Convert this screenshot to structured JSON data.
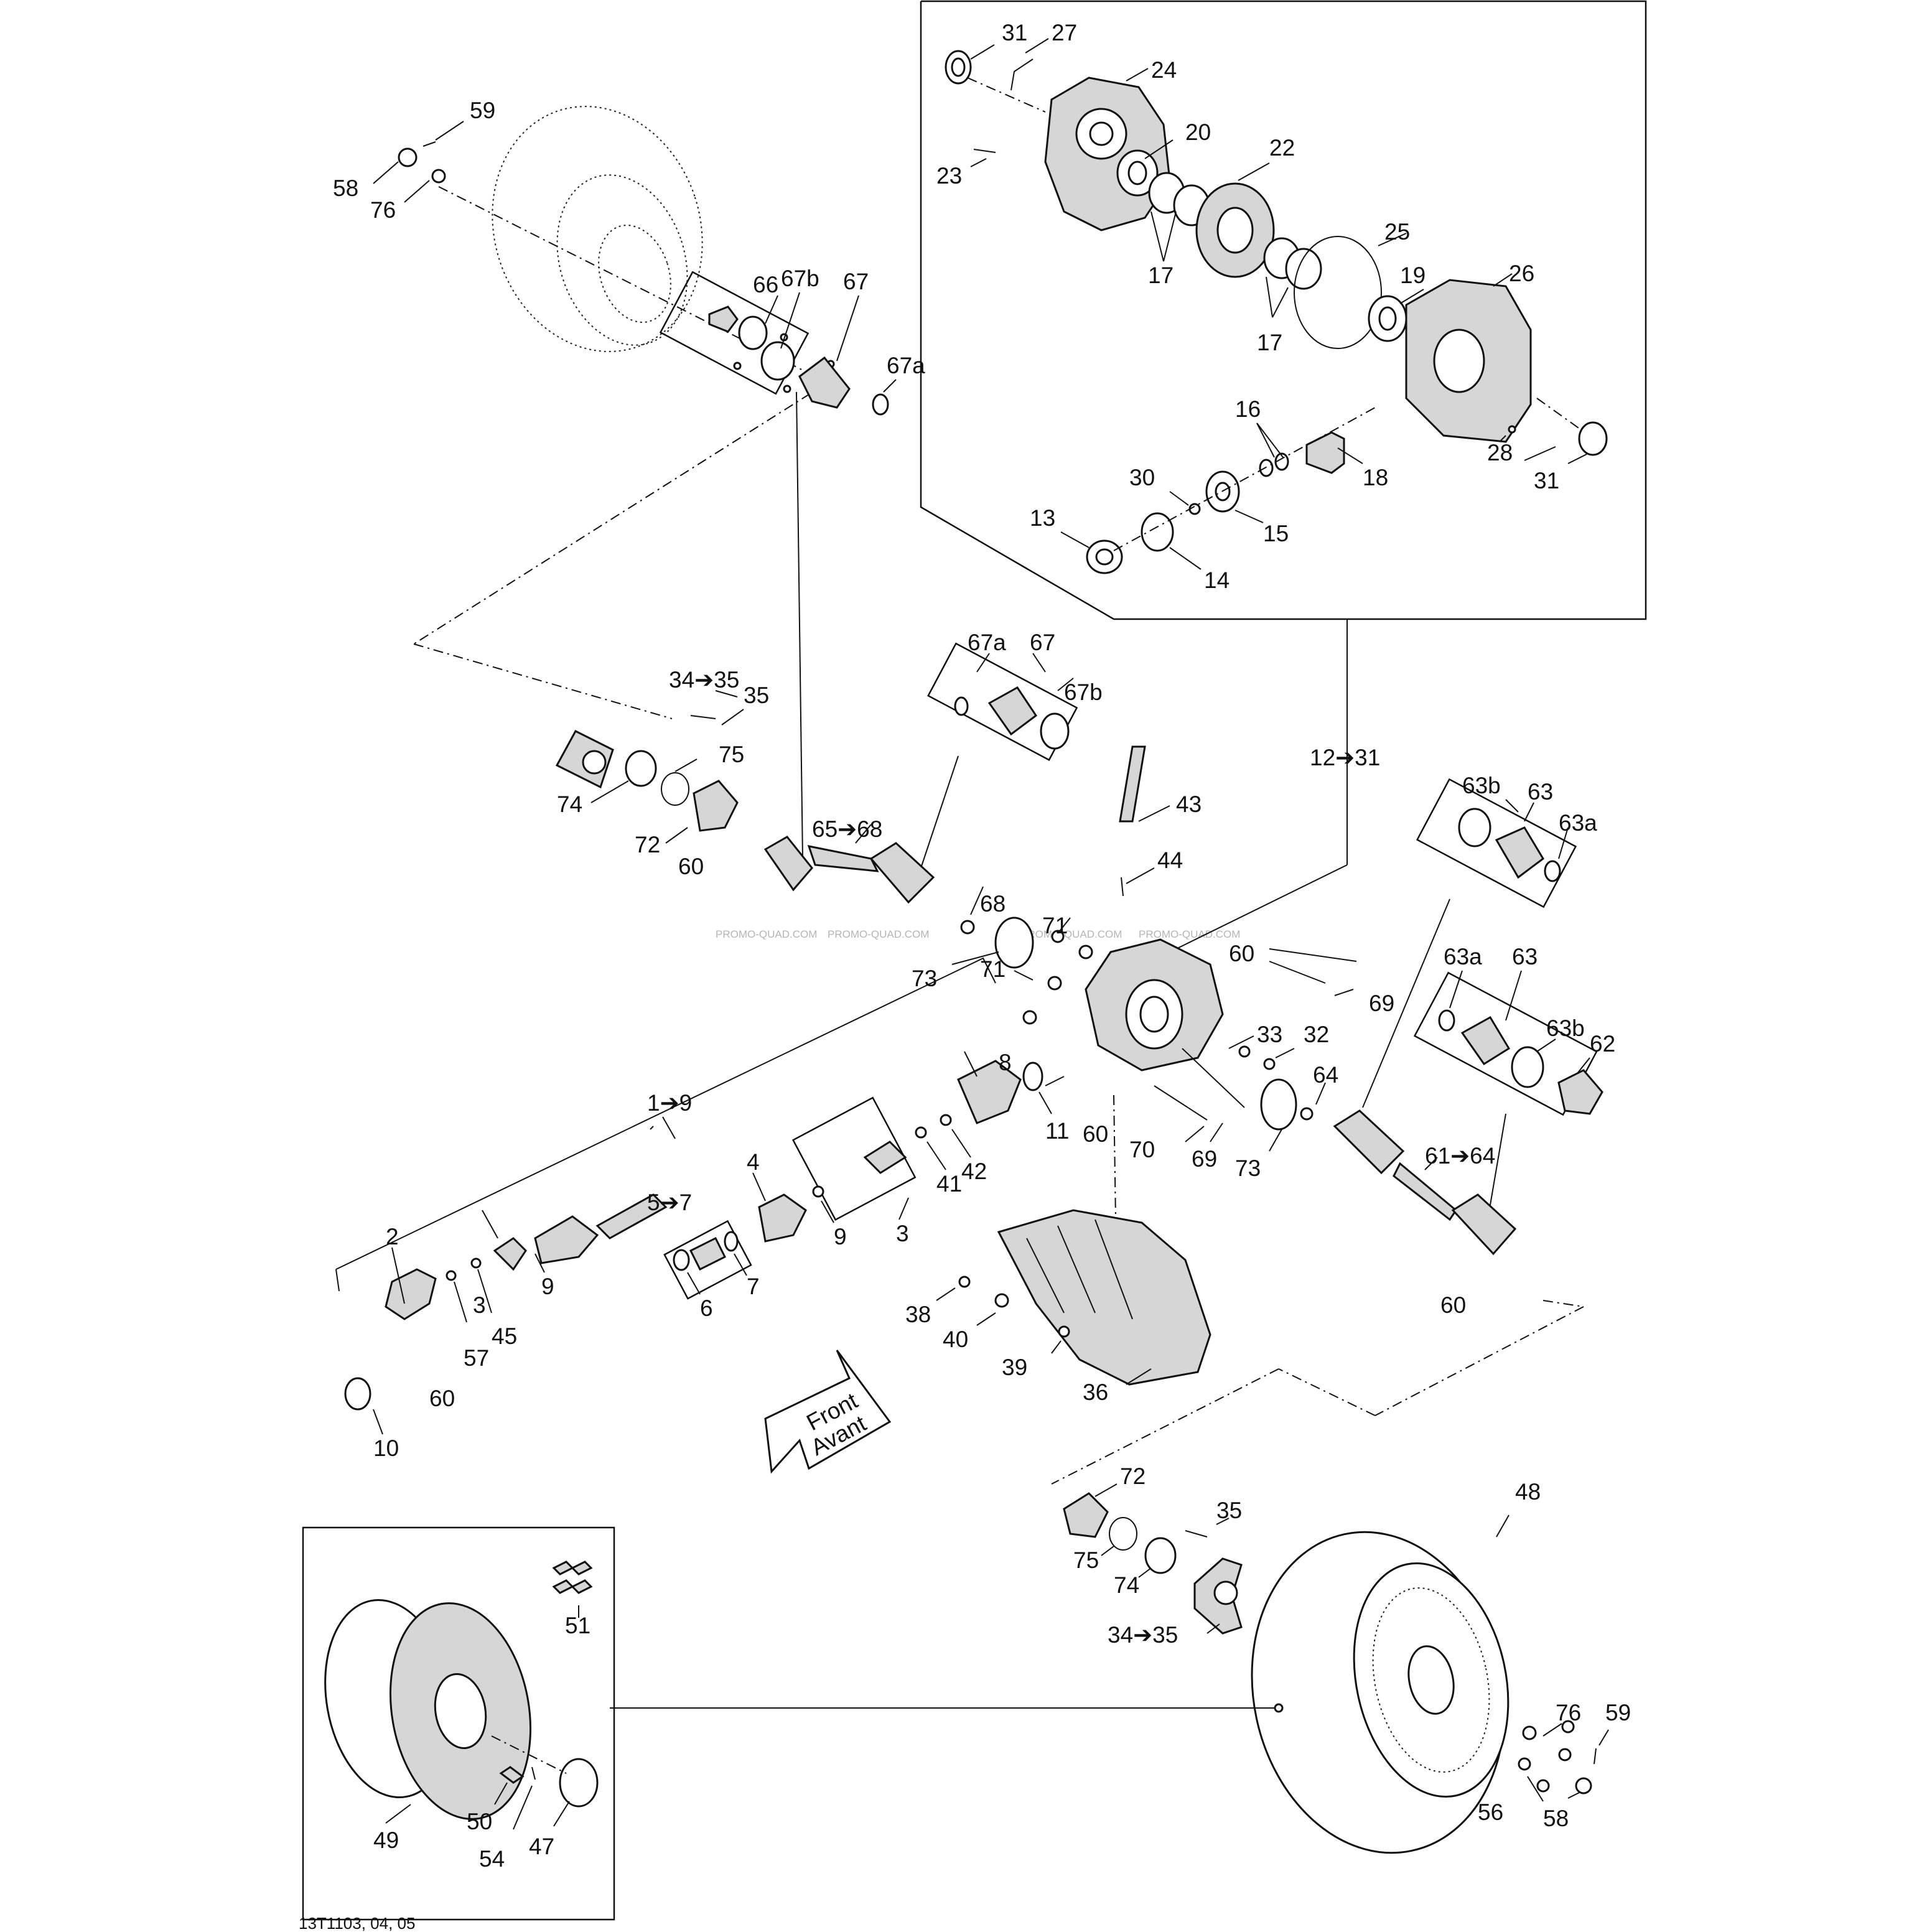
{
  "diagram_ref": "13T1103, 04, 05",
  "watermarks": [
    "PROMO-QUAD.COM",
    "PROMO-QUAD.COM",
    "PROMO-QUAD.COM",
    "PROMO-QUAD.COM"
  ],
  "front_arrow": {
    "line1": "Front",
    "line2": "Avant"
  },
  "labels": {
    "l1_9": "1➔9",
    "l2": "2",
    "l3a": "3",
    "l3b": "3",
    "l4": "4",
    "l5_7": "5➔7",
    "l6": "6",
    "l7": "7",
    "l8": "8",
    "l9a": "9",
    "l9b": "9",
    "l10": "10",
    "l11": "11",
    "l12_31": "12➔31",
    "l13": "13",
    "l14": "14",
    "l15": "15",
    "l16": "16",
    "l17a": "17",
    "l17b": "17",
    "l18": "18",
    "l19": "19",
    "l20": "20",
    "l22": "22",
    "l23": "23",
    "l24": "24",
    "l25": "25",
    "l26": "26",
    "l27": "27",
    "l28": "28",
    "l30": "30",
    "l31a": "31",
    "l31b": "31",
    "l32": "32",
    "l33": "33",
    "l34_35a": "34➔35",
    "l34_35b": "34➔35",
    "l35a": "35",
    "l35b": "35",
    "l36": "36",
    "l38": "38",
    "l39": "39",
    "l40": "40",
    "l41": "41",
    "l42": "42",
    "l43": "43",
    "l44": "44",
    "l45": "45",
    "l47": "47",
    "l48": "48",
    "l49": "49",
    "l50": "50",
    "l51": "51",
    "l54": "54",
    "l56": "56",
    "l57": "57",
    "l58a": "58",
    "l58b": "58",
    "l59a": "59",
    "l59b": "59",
    "l60a": "60",
    "l60b": "60",
    "l60c": "60",
    "l60d": "60",
    "l60e": "60",
    "l61_64": "61➔64",
    "l62": "62",
    "l63a": "63",
    "l63b": "63",
    "l63a_a": "63a",
    "l63a_b": "63a",
    "l63b_a": "63b",
    "l63b_b": "63b",
    "l64": "64",
    "l65_68": "65➔68",
    "l66": "66",
    "l67a": "67",
    "l67b": "67",
    "l67a_a": "67a",
    "l67a_b": "67a",
    "l67b_a": "67b",
    "l67b_b": "67b",
    "l68": "68",
    "l69a": "69",
    "l69b": "69",
    "l70": "70",
    "l71a": "71",
    "l71b": "71",
    "l72a": "72",
    "l72b": "72",
    "l73a": "73",
    "l73b": "73",
    "l74a": "74",
    "l74b": "74",
    "l75a": "75",
    "l75b": "75",
    "l76a": "76",
    "l76b": "76"
  }
}
